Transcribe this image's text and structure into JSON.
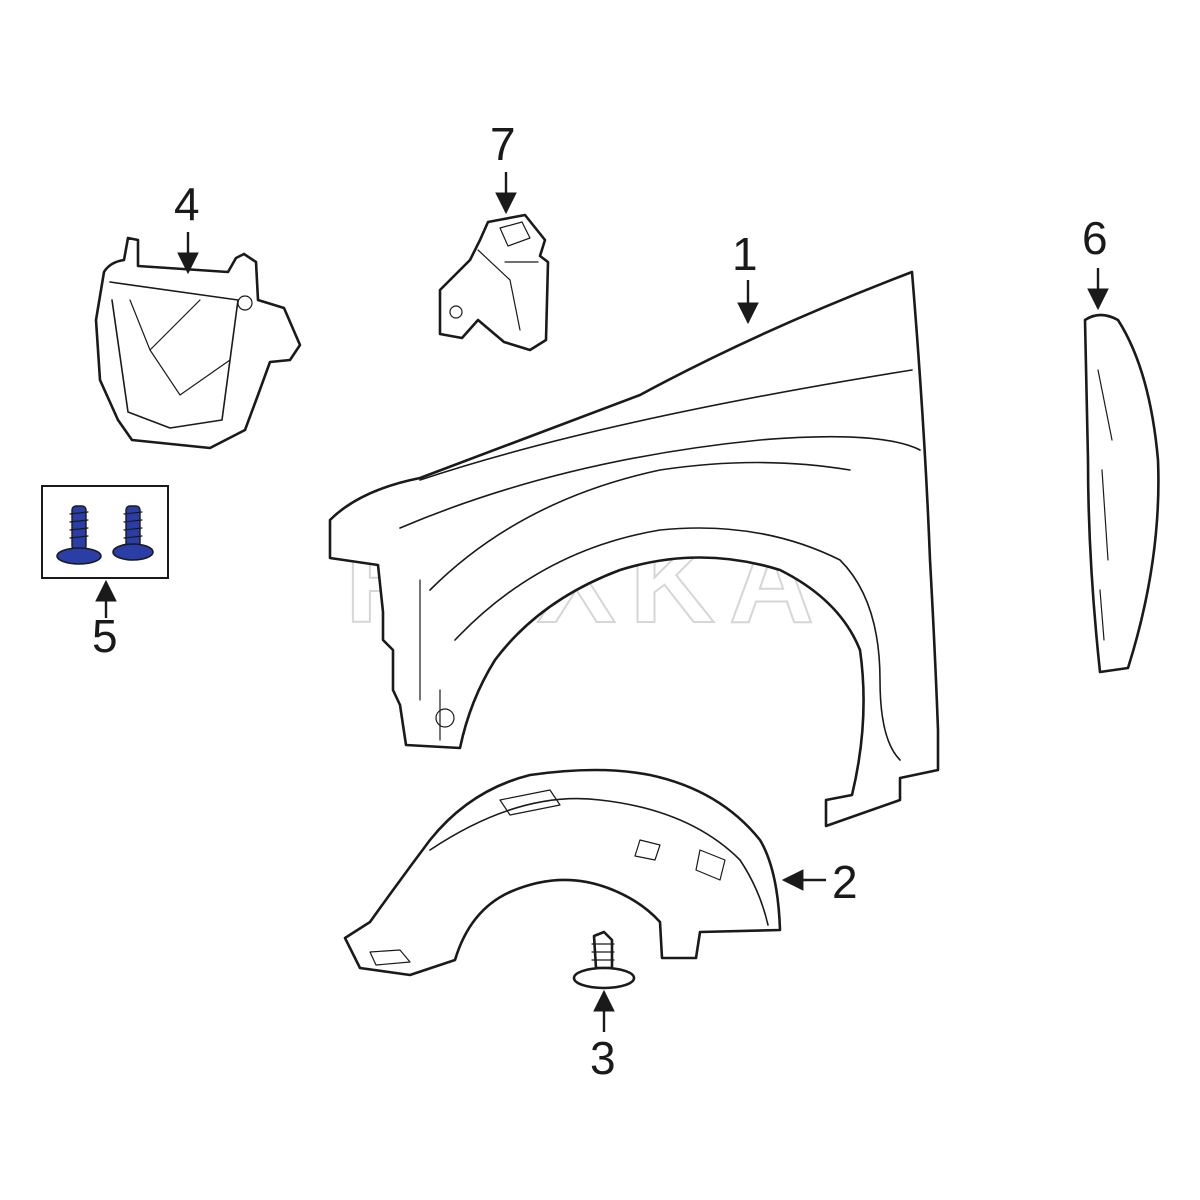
{
  "watermark": "REXKA",
  "highlight_color": "#2b3ea8",
  "callouts": [
    {
      "id": "1",
      "label": "1",
      "part": "fender"
    },
    {
      "id": "2",
      "label": "2",
      "part": "fender-liner"
    },
    {
      "id": "3",
      "label": "3",
      "part": "push-retainer-clip"
    },
    {
      "id": "4",
      "label": "4",
      "part": "splash-shield"
    },
    {
      "id": "5",
      "label": "5",
      "part": "liner-screws"
    },
    {
      "id": "6",
      "label": "6",
      "part": "side-molding"
    },
    {
      "id": "7",
      "label": "7",
      "part": "fender-bracket"
    }
  ]
}
